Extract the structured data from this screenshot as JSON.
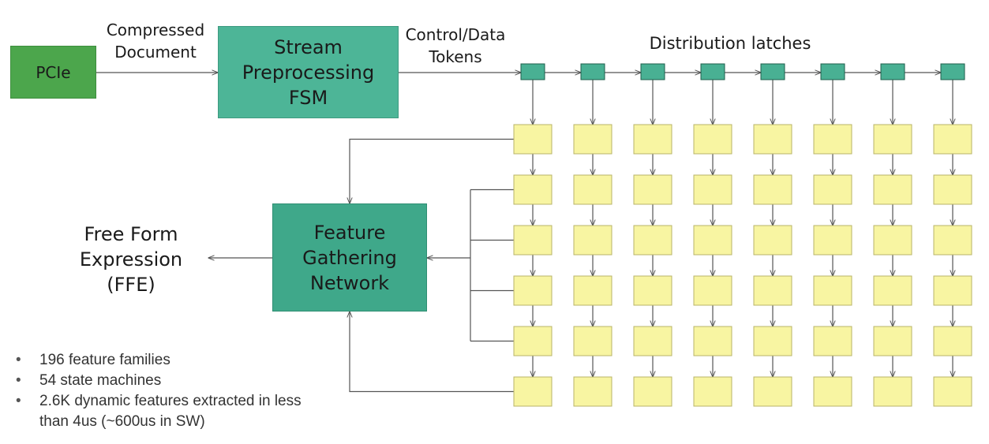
{
  "blocks": {
    "pcie": "PCIe",
    "stream_fsm": [
      "Stream",
      "Preprocessing",
      "FSM"
    ],
    "feature_network": [
      "Feature",
      "Gathering",
      "Network"
    ]
  },
  "labels": {
    "compressed_document": [
      "Compressed",
      "Document"
    ],
    "control_data_tokens": [
      "Control/Data",
      "Tokens"
    ],
    "distribution_latches": "Distribution latches",
    "ffe": [
      "Free Form",
      "Expression",
      "(FFE)"
    ]
  },
  "bullets": [
    "196 feature families",
    "54 state machines",
    "2.6K dynamic features extracted in less than 4us (~600us in SW)"
  ],
  "grid": {
    "columns": 8,
    "rows": 6,
    "latch_color": "#49b093",
    "state_machine_color": "#f8f5a2"
  },
  "colors": {
    "pcie": "#4ca64c",
    "stream_fsm": "#4db597",
    "feature_network": "#3fa88a",
    "wire": "#555555"
  }
}
